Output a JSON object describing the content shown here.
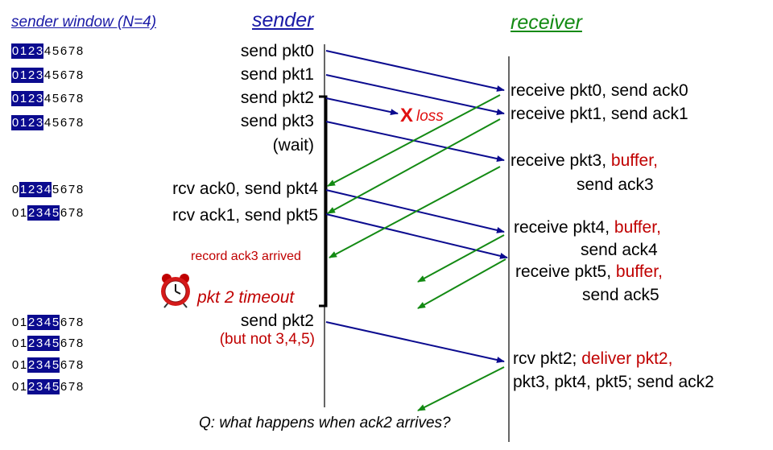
{
  "headers": {
    "sender_window": "sender window (N=4)",
    "sender": "sender",
    "receiver": "receiver"
  },
  "windows": [
    {
      "numbers": [
        "0",
        "1",
        "2",
        "3",
        "4",
        "5",
        "6",
        "7",
        "8"
      ],
      "window_start": 0,
      "window_size": 4
    },
    {
      "numbers": [
        "0",
        "1",
        "2",
        "3",
        "4",
        "5",
        "6",
        "7",
        "8"
      ],
      "window_start": 0,
      "window_size": 4
    },
    {
      "numbers": [
        "0",
        "1",
        "2",
        "3",
        "4",
        "5",
        "6",
        "7",
        "8"
      ],
      "window_start": 0,
      "window_size": 4
    },
    {
      "numbers": [
        "0",
        "1",
        "2",
        "3",
        "4",
        "5",
        "6",
        "7",
        "8"
      ],
      "window_start": 0,
      "window_size": 4
    },
    {
      "numbers": [
        "0",
        "1",
        "2",
        "3",
        "4",
        "5",
        "6",
        "7",
        "8"
      ],
      "window_start": 1,
      "window_size": 4
    },
    {
      "numbers": [
        "0",
        "1",
        "2",
        "3",
        "4",
        "5",
        "6",
        "7",
        "8"
      ],
      "window_start": 2,
      "window_size": 4
    },
    {
      "numbers": [
        "0",
        "1",
        "2",
        "3",
        "4",
        "5",
        "6",
        "7",
        "8"
      ],
      "window_start": 2,
      "window_size": 4
    },
    {
      "numbers": [
        "0",
        "1",
        "2",
        "3",
        "4",
        "5",
        "6",
        "7",
        "8"
      ],
      "window_start": 2,
      "window_size": 4
    },
    {
      "numbers": [
        "0",
        "1",
        "2",
        "3",
        "4",
        "5",
        "6",
        "7",
        "8"
      ],
      "window_start": 2,
      "window_size": 4
    },
    {
      "numbers": [
        "0",
        "1",
        "2",
        "3",
        "4",
        "5",
        "6",
        "7",
        "8"
      ],
      "window_start": 2,
      "window_size": 4
    }
  ],
  "sender_actions": {
    "send_pkt0": "send  pkt0",
    "send_pkt1": "send  pkt1",
    "send_pkt2": "send  pkt2",
    "send_pkt3": "send  pkt3",
    "wait": "(wait)",
    "rcv_ack0": "rcv ack0, send pkt4",
    "rcv_ack1": "rcv ack1, send pkt5",
    "record_ack3": "record ack3 arrived",
    "timeout": "pkt 2 timeout",
    "resend_pkt2": "send  pkt2",
    "but_not": "(but not 3,4,5)"
  },
  "loss_label": {
    "mark": "X",
    "text": "loss"
  },
  "receiver_actions": {
    "r1": "receive pkt0, send ack0",
    "r2": "receive pkt1, send ack1",
    "r3_a": "receive pkt3, ",
    "r3_b": "buffer,",
    "r3_c": "send ack3",
    "r4_a": "receive pkt4, ",
    "r4_b": "buffer,",
    "r4_c": "send ack4",
    "r5_a": "receive pkt5, ",
    "r5_b": "buffer,",
    "r5_c": "send ack5",
    "r6_a": "rcv pkt2; ",
    "r6_b": "deliver pkt2,",
    "r6_c": "pkt3, pkt4, pkt5; send ack2"
  },
  "question": "Q: what happens when ack2 arrives?",
  "colors": {
    "packet_arrow": "#0b0b8f",
    "ack_arrow": "#138a13",
    "emphasis_red": "#c00000",
    "loss_red": "#e01010",
    "window_fill": "#0b0b8f"
  },
  "icons": {
    "timeout": "alarm-clock-icon",
    "loss": "x-mark-icon"
  }
}
